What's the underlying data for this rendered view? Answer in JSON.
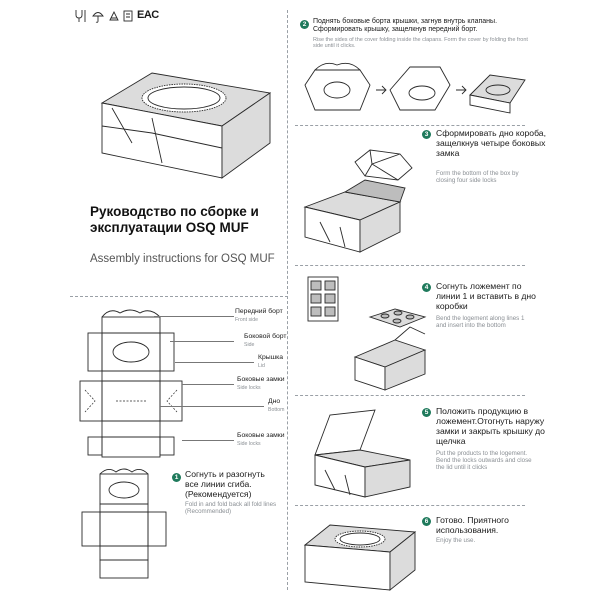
{
  "header": {
    "icons": [
      "glass-fork-icon",
      "umbrella-icon",
      "recycle-icon",
      "box-stack-icon"
    ],
    "eac_mark": "EAC"
  },
  "title": {
    "ru": "Руководство по сборке и эксплуатации OSQ MUF",
    "en": "Assembly instructions for OSQ MUF"
  },
  "diagram_labels": [
    {
      "ru": "Передний борт",
      "en": "Front side"
    },
    {
      "ru": "Боковой борт",
      "en": "Side"
    },
    {
      "ru": "Крышка",
      "en": "Lid"
    },
    {
      "ru": "Боковые замки",
      "en": "Side locks"
    },
    {
      "ru": "Дно",
      "en": "Bottom"
    },
    {
      "ru": "Боковые замки",
      "en": "Side locks"
    }
  ],
  "steps": [
    {
      "number": "1",
      "ru": "Согнуть и разогнуть все линии сгиба. (Рекомендуется)",
      "en": "Fold in and fold back all fold lines (Recommended)"
    },
    {
      "number": "2",
      "ru": "Поднять боковые борта крышки, загнув внутрь клапаны. Сформировать крышку, защелкнув передний борт.",
      "en": "Rise the sides of the cover folding inside the clapans. Form the cover by folding the front side until it clicks."
    },
    {
      "number": "3",
      "ru": "Сформировать дно короба, защелкнув четыре боковых замка",
      "en": "Form the bottom of the box by closing four side locks"
    },
    {
      "number": "4",
      "ru": "Согнуть ложемент по линии 1 и вставить в дно коробки",
      "en": "Bend the logement along lines 1 and insert into the bottom"
    },
    {
      "number": "5",
      "ru": "Положить продукцию в ложемент.Отогнуть наружу замки и закрыть крышку до щелчка",
      "en": "Put the products to the logement. Bend the locks outwards and close the lid until it clicks"
    },
    {
      "number": "6",
      "ru": "Готово. Приятного использования.",
      "en": "Enjoy the use."
    }
  ],
  "colors": {
    "accent": "#1f7a5c",
    "line": "#2a2a2a",
    "muted": "#8a8f94"
  }
}
